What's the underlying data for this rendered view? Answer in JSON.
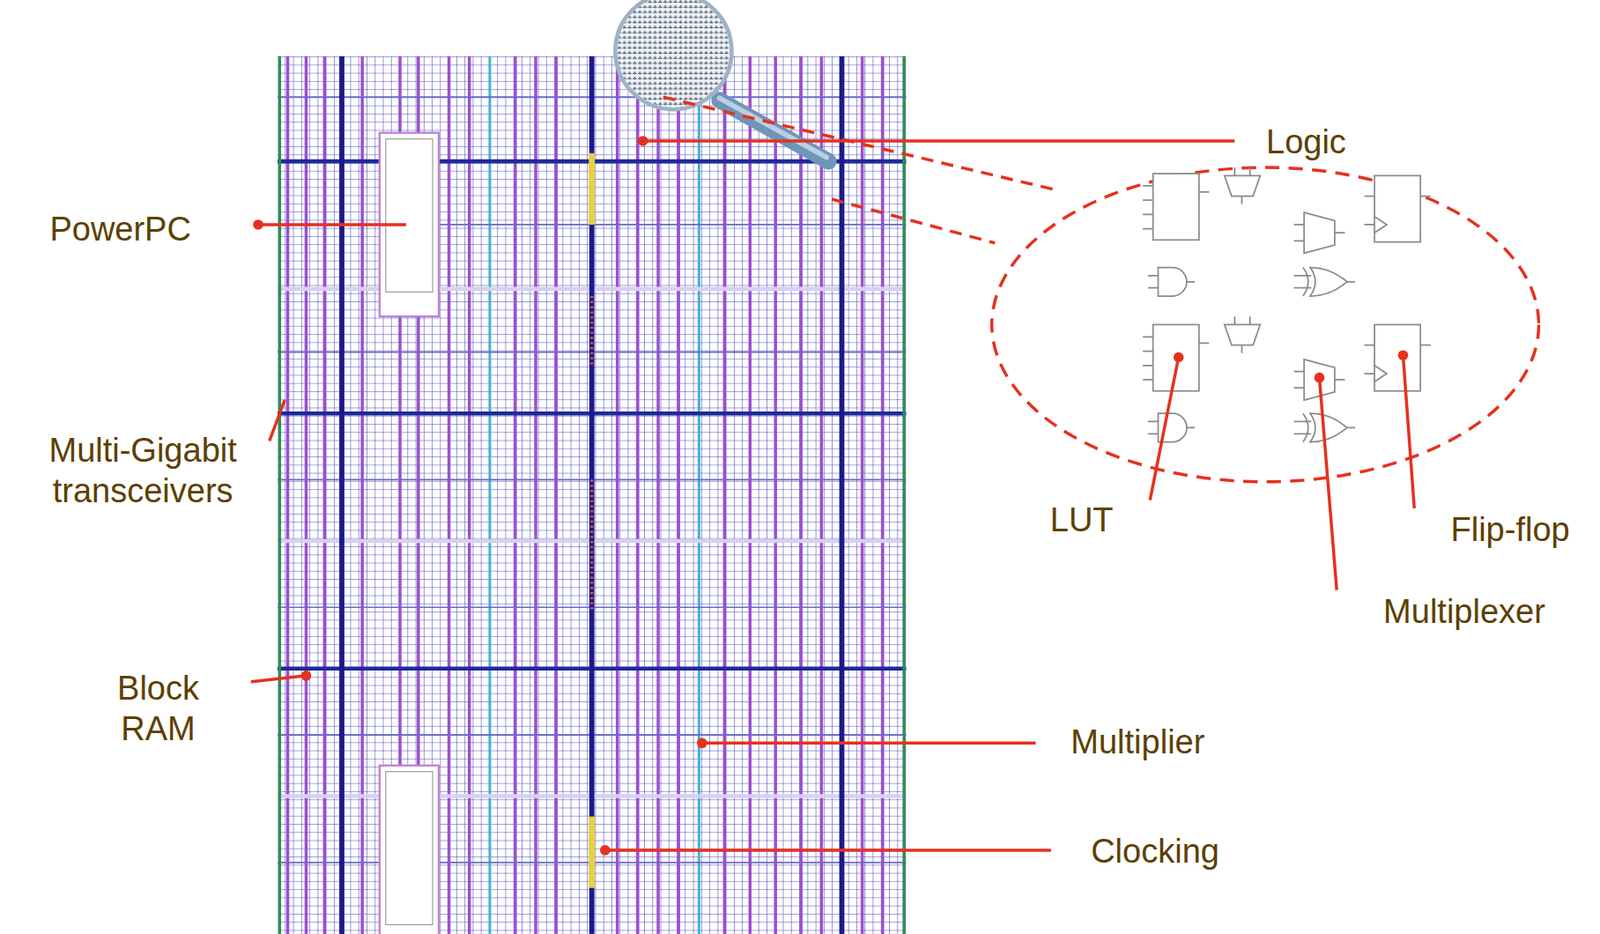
{
  "diagram": {
    "labels": [
      "Logic",
      "PowerPC",
      "Multi-Gigabit transceivers",
      "LUT",
      "Flip-flop",
      "Multiplexer",
      "Block RAM",
      "Multiplier",
      "Clocking"
    ]
  }
}
